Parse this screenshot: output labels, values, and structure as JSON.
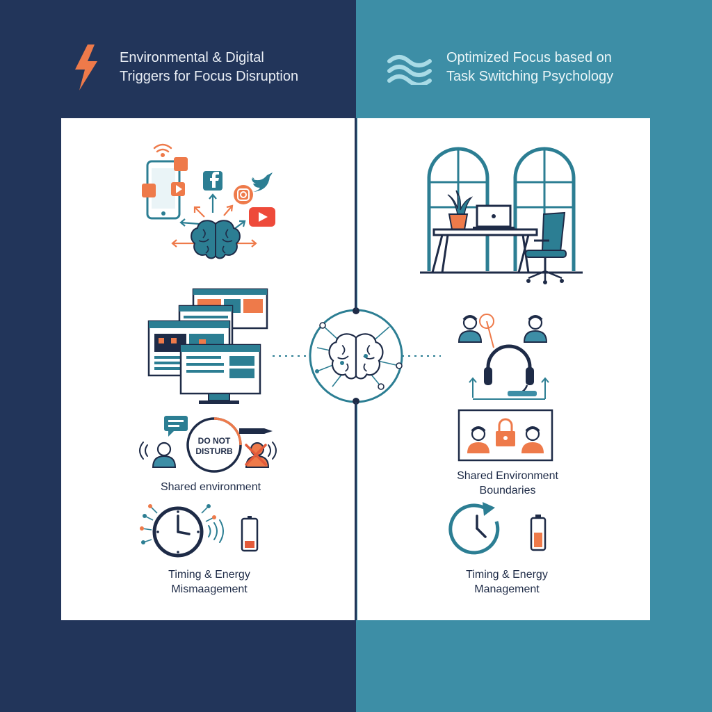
{
  "colors": {
    "navy": "#22355a",
    "teal": "#3d8ea6",
    "orange": "#ee7a4a",
    "ink": "#1e2b47",
    "card": "#ffffff"
  },
  "icons": [
    "lightning-icon",
    "waves-icon",
    "smartphone-icon",
    "brain-icon",
    "facebook-icon",
    "twitter-icon",
    "instagram-icon",
    "youtube-icon",
    "wifi-icon",
    "browser-windows-icon",
    "monitor-icon",
    "chat-bubble-icon",
    "do-not-disturb-icon",
    "person-icon",
    "clock-icon",
    "battery-icon",
    "window-icon",
    "plant-icon",
    "laptop-icon",
    "desk-icon",
    "office-chair-icon",
    "headphones-icon",
    "lock-icon"
  ],
  "left": {
    "title_line1": "Environmental & Digital",
    "title_line2": "Triggers for Focus Disruption",
    "dnd_line1": "DO NOT",
    "dnd_line2": "DISTURB",
    "caption_shared": "Shared environment",
    "caption_timing_line1": "Timing & Energy",
    "caption_timing_line2": "Mismaagement"
  },
  "right": {
    "title_line1": "Optimized Focus based on",
    "title_line2": "Task Switching Psychology",
    "caption_shared_line1": "Shared Environment",
    "caption_shared_line2": "Boundaries",
    "caption_timing_line1": "Timing & Energy",
    "caption_timing_line2": "Management"
  }
}
